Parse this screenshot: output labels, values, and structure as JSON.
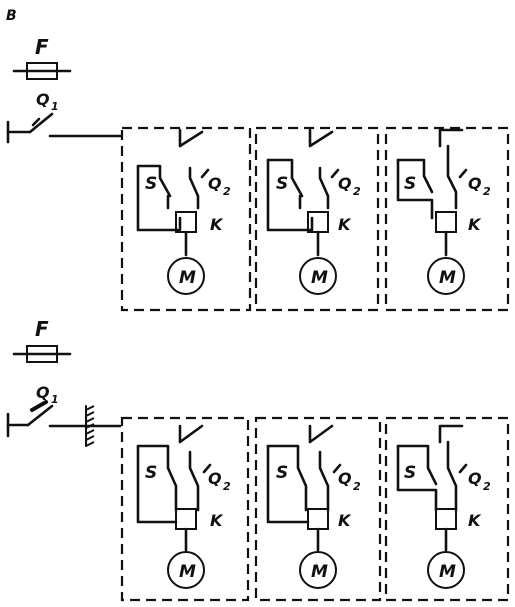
{
  "corner_label": "B",
  "diagrams": [
    {
      "fuse_label": "F",
      "breaker_label": "Q",
      "breaker_sub": "1",
      "units": [
        {
          "switch_label": "S",
          "breaker_label": "Q",
          "breaker_sub": "2",
          "contactor_label": "K",
          "motor_label": "M"
        },
        {
          "switch_label": "S",
          "breaker_label": "Q",
          "breaker_sub": "2",
          "contactor_label": "K",
          "motor_label": "M"
        },
        {
          "switch_label": "S",
          "breaker_label": "Q",
          "breaker_sub": "2",
          "contactor_label": "K",
          "motor_label": "M"
        }
      ]
    },
    {
      "fuse_label": "F",
      "breaker_label": "Q",
      "breaker_sub": "1",
      "units": [
        {
          "switch_label": "S",
          "breaker_label": "Q",
          "breaker_sub": "2",
          "contactor_label": "K",
          "motor_label": "M"
        },
        {
          "switch_label": "S",
          "breaker_label": "Q",
          "breaker_sub": "2",
          "contactor_label": "K",
          "motor_label": "M"
        },
        {
          "switch_label": "S",
          "breaker_label": "Q",
          "breaker_sub": "2",
          "contactor_label": "K",
          "motor_label": "M"
        }
      ]
    }
  ]
}
